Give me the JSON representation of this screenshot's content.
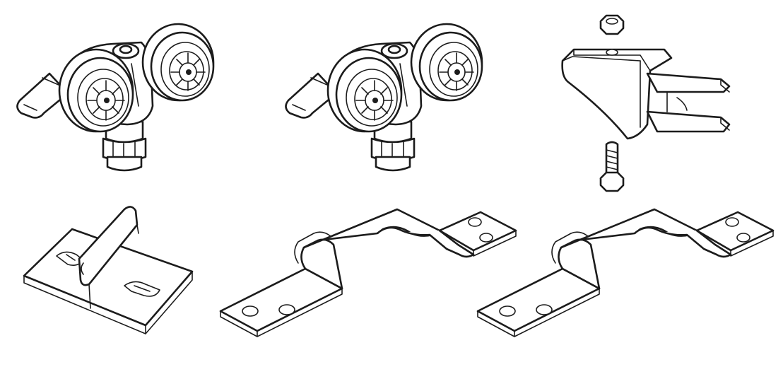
{
  "figure": {
    "background": "#ffffff",
    "line_color": "#1c1c1c",
    "components": [
      {
        "id": "roller-trolley-1",
        "icon": "twin-wheel-roller-trolley"
      },
      {
        "id": "roller-trolley-2",
        "icon": "twin-wheel-roller-trolley"
      },
      {
        "id": "door-bracket-assembly",
        "icon": "door-bracket-with-nut-and-bolt"
      },
      {
        "id": "floor-guide",
        "icon": "l-shaped-floor-guide"
      },
      {
        "id": "z-mounting-plate-1",
        "icon": "z-offset-mounting-plate"
      },
      {
        "id": "z-mounting-plate-2",
        "icon": "z-offset-mounting-plate"
      }
    ]
  }
}
